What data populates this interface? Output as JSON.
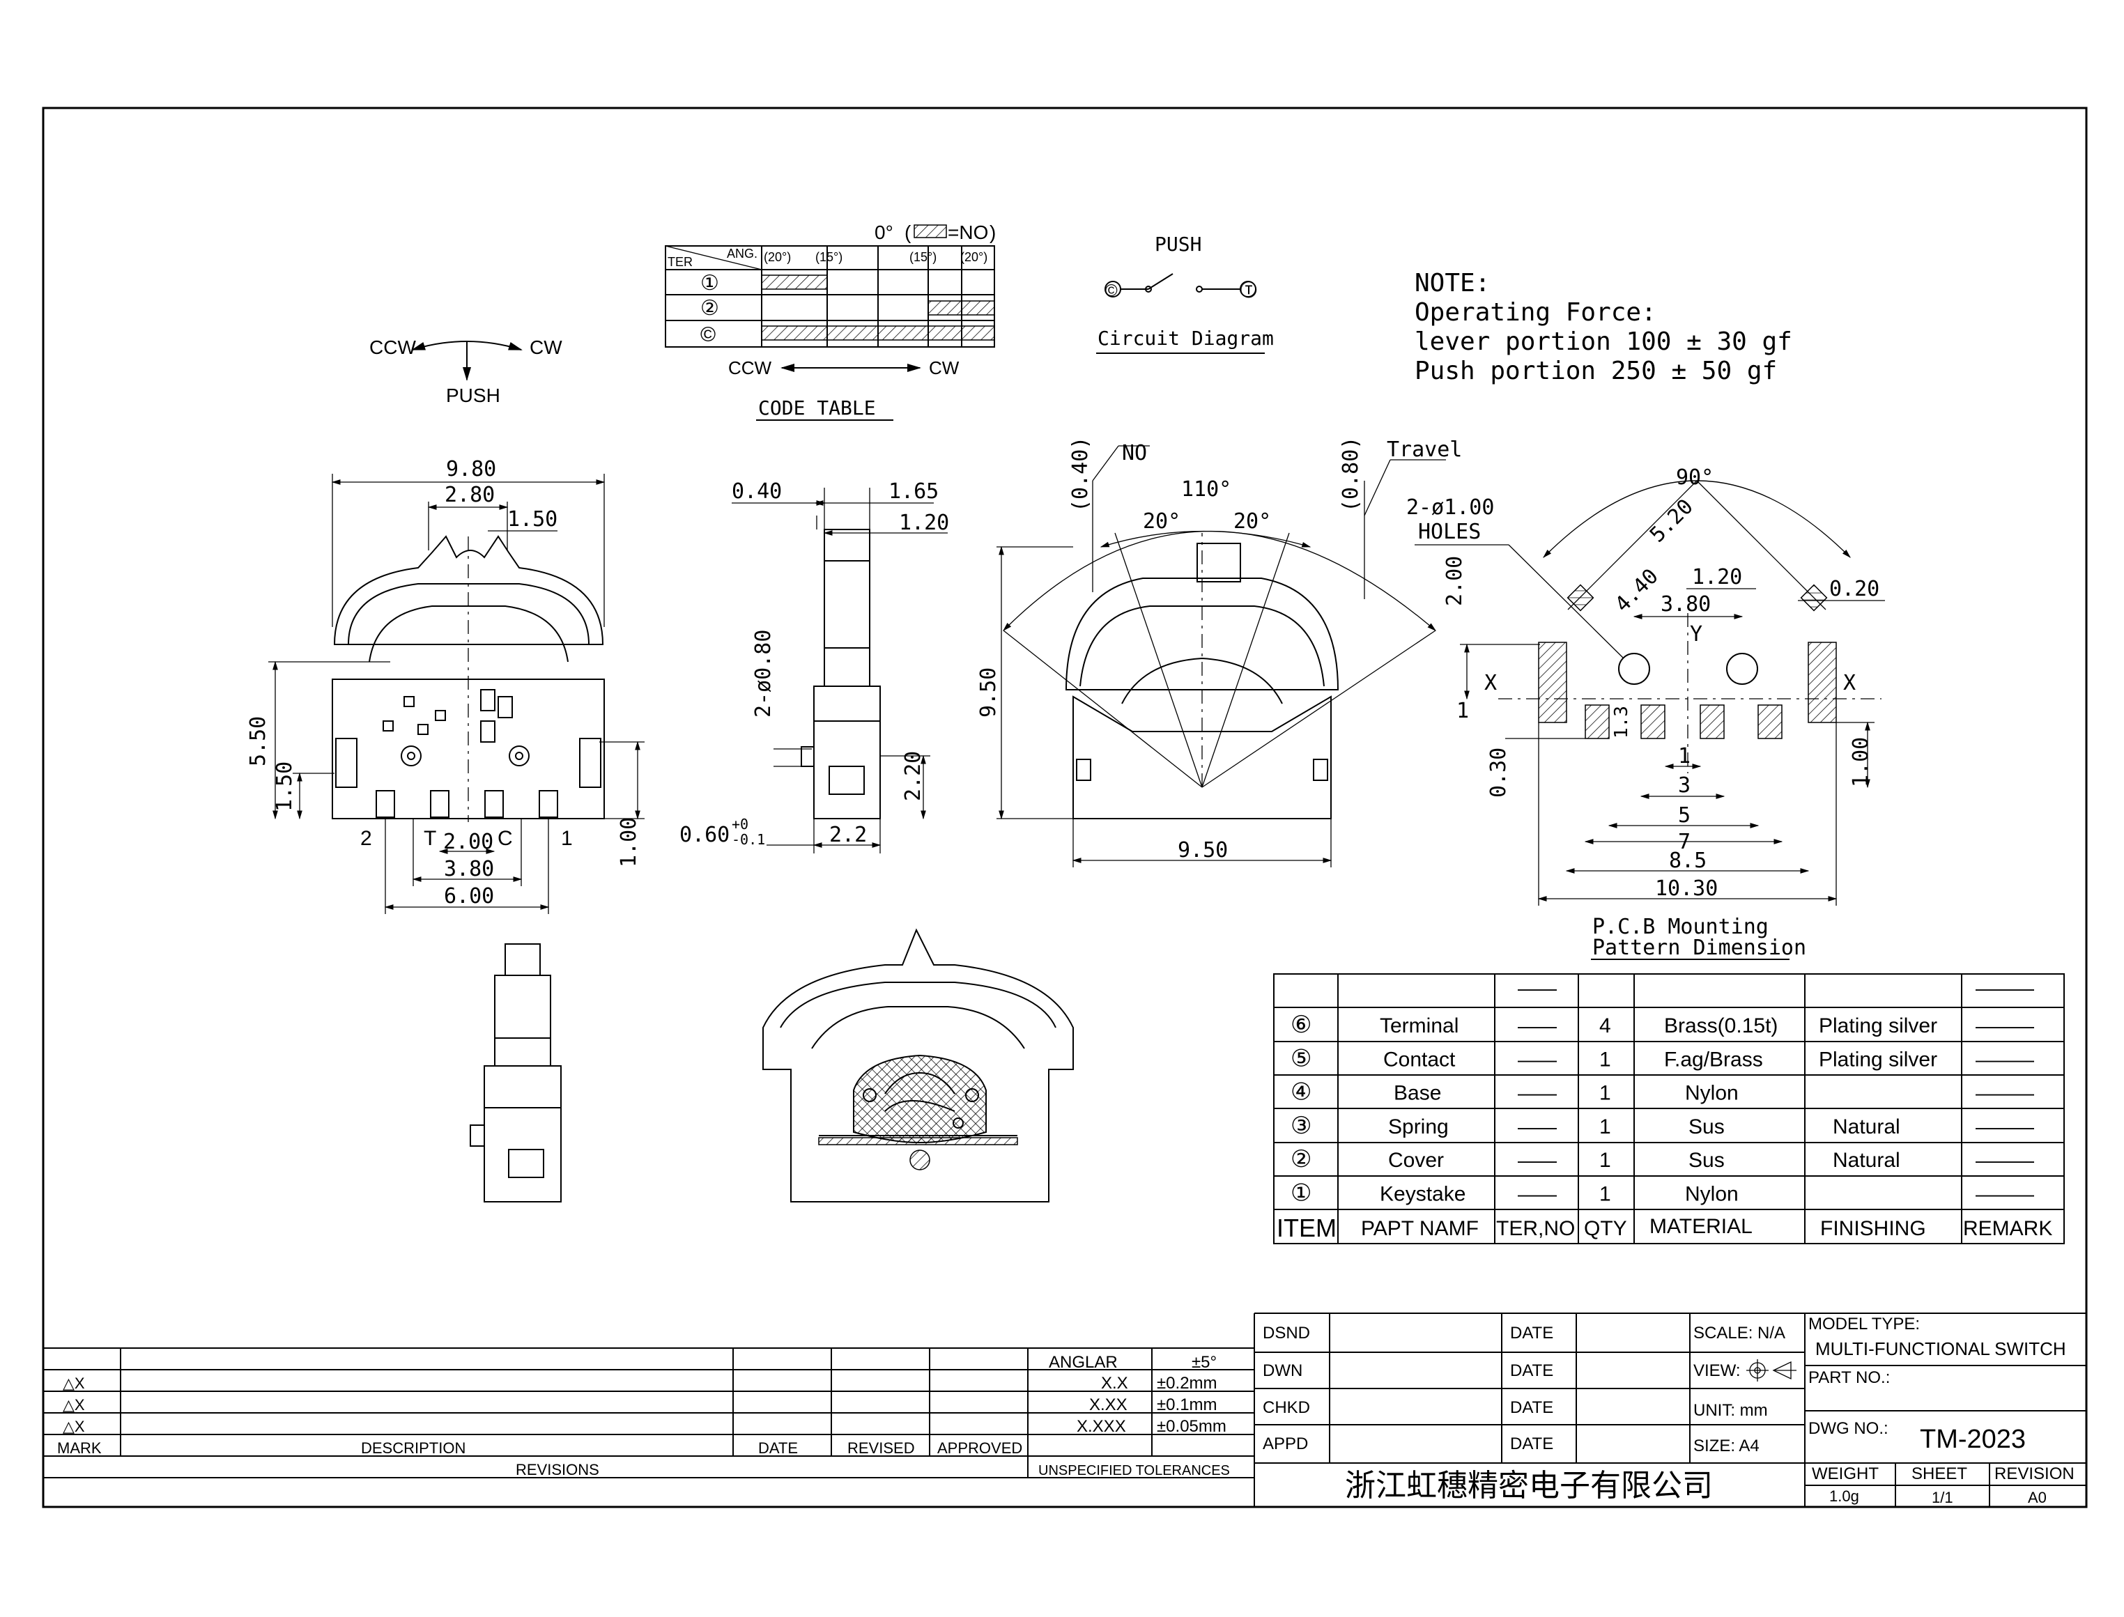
{
  "motion_indicator": {
    "ccw": "CCW",
    "cw": "CW",
    "push": "PUSH"
  },
  "code_table": {
    "title": "CODE TABLE",
    "zero_label": "0°",
    "legend": "=NO",
    "header_ter": "TER",
    "header_ang": "ANG.",
    "angles": [
      "(20°)",
      "(15°)",
      "(15°)",
      "(20°)"
    ],
    "rows": [
      "①",
      "②",
      "©"
    ],
    "direction_ccw": "CCW",
    "direction_cw": "CW"
  },
  "circuit": {
    "title": "Circuit Diagram",
    "push": "PUSH",
    "left_terminal": "©",
    "right_terminal": "Ⓣ"
  },
  "note": {
    "heading": "NOTE:",
    "line1": "Operating Force:",
    "line2": "lever portion 100 ± 30 gf",
    "line3": "Push portion 250 ± 50 gf"
  },
  "front_view": {
    "dims": [
      "9.80",
      "2.80",
      "1.50",
      "5.50",
      "1.50",
      "1.00",
      "2.00",
      "3.80",
      "6.00"
    ],
    "terminals": [
      "2",
      "T",
      "C",
      "1"
    ]
  },
  "side_view": {
    "dims": [
      "0.40",
      "1.65",
      "1.20",
      "2-ø0.80",
      "2.20",
      "2.2"
    ],
    "tol_base": "0.60",
    "tol_upper": "+0",
    "tol_lower": "-0.1"
  },
  "angle_view": {
    "dims": [
      "(0.40)",
      "(0.80)",
      "110°",
      "20°",
      "20°",
      "9.50",
      "9.50"
    ],
    "labels": [
      "NO",
      "Travel"
    ]
  },
  "pcb": {
    "dims": [
      "90°",
      "5.20",
      "4.40",
      "2-ø1.00",
      "HOLES",
      "1.20",
      "0.20",
      "3.80",
      "2.00",
      "1",
      "1.3",
      "0.30",
      "1.00",
      "1",
      "3",
      "5",
      "7",
      "8.5",
      "10.30"
    ],
    "axis": [
      "X",
      "X",
      "Y"
    ],
    "title_line1": "P.C.B Mounting",
    "title_line2": "Pattern Dimension"
  },
  "bom": {
    "rows": [
      {
        "num": "⑥",
        "name": "Terminal",
        "ter": "——",
        "qty": "4",
        "material": "Brass(0.15t)",
        "finishing": "Plating silver",
        "remark": "———"
      },
      {
        "num": "⑤",
        "name": "Contact",
        "ter": "——",
        "qty": "1",
        "material": "F.ag/Brass",
        "finishing": "Plating silver",
        "remark": "———"
      },
      {
        "num": "④",
        "name": "Base",
        "ter": "——",
        "qty": "1",
        "material": "Nylon",
        "finishing": "",
        "remark": "———"
      },
      {
        "num": "③",
        "name": "Spring",
        "ter": "——",
        "qty": "1",
        "material": "Sus",
        "finishing": "Natural",
        "remark": "———"
      },
      {
        "num": "②",
        "name": "Cover",
        "ter": "——",
        "qty": "1",
        "material": "Sus",
        "finishing": "Natural",
        "remark": "———"
      },
      {
        "num": "①",
        "name": "Keystake",
        "ter": "——",
        "qty": "1",
        "material": "Nylon",
        "finishing": "",
        "remark": "———"
      }
    ],
    "blank_ter": "——",
    "blank_remark": "———",
    "headers": {
      "item": "ITEM",
      "name": "PAPT NAMF",
      "ter": "TER,NO",
      "qty": "QTY",
      "material": "MATERIAL",
      "finishing": "FINISHING",
      "remark": "REMARK"
    }
  },
  "revisions": {
    "marks": [
      "△X",
      "△X",
      "△X"
    ],
    "headers": {
      "mark": "MARK",
      "description": "DESCRIPTION",
      "date": "DATE",
      "revised": "REVISED",
      "approved": "APPROVED",
      "revisions": "REVISIONS"
    }
  },
  "tolerances": {
    "rows": [
      {
        "label": "ANGLAR",
        "value": "±5°"
      },
      {
        "label": "X.X",
        "value": "±0.2mm"
      },
      {
        "label": "X.XX",
        "value": "±0.1mm"
      },
      {
        "label": "X.XXX",
        "value": "±0.05mm"
      }
    ],
    "footer": "UNSPECIFIED TOLERANCES"
  },
  "title_block": {
    "dsnd": "DSND",
    "dwn": "DWN",
    "chkd": "CHKD",
    "appd": "APPD",
    "date": "DATE",
    "scale": "SCALE: N/A",
    "view": "VIEW:",
    "unit": "UNIT: mm",
    "size": "SIZE: A4",
    "model_type_label": "MODEL TYPE:",
    "model_type": "MULTI-FUNCTIONAL SWITCH",
    "part_no_label": "PART NO.:",
    "dwg_no_label": "DWG NO.:",
    "dwg_no": "TM-2023",
    "company": "浙江虹穗精密电子有限公司",
    "weight_label": "WEIGHT",
    "weight": "1.0g",
    "sheet_label": "SHEET",
    "sheet": "1/1",
    "revision_label": "REVISION",
    "revision": "A0"
  }
}
